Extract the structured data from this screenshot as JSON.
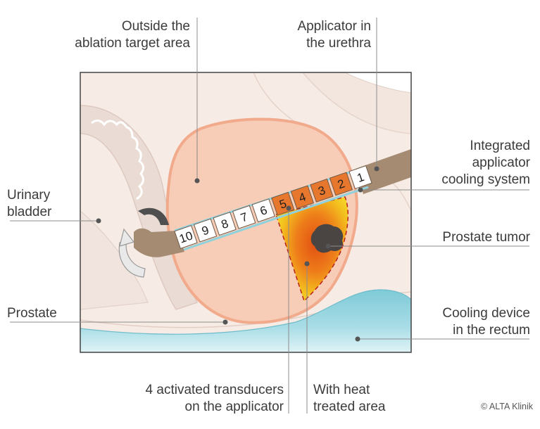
{
  "labels": {
    "outside_target": [
      "Outside the",
      "ablation target area"
    ],
    "applicator_urethra": [
      "Applicator in",
      "the urethra"
    ],
    "integrated_cooling": [
      "Integrated",
      "applicator",
      "cooling system"
    ],
    "urinary_bladder": [
      "Urinary",
      "bladder"
    ],
    "prostate_tumor": "Prostate tumor",
    "prostate": "Prostate",
    "cooling_device": [
      "Cooling device",
      "in the rectum"
    ],
    "activated_transducers": [
      "4 activated transducers",
      "on the applicator"
    ],
    "heat_treated": [
      "With heat",
      "treated area"
    ]
  },
  "transducers": [
    {
      "label": "1",
      "active": false
    },
    {
      "label": "2",
      "active": true
    },
    {
      "label": "3",
      "active": true
    },
    {
      "label": "4",
      "active": true
    },
    {
      "label": "5",
      "active": true
    },
    {
      "label": "6",
      "active": false
    },
    {
      "label": "7",
      "active": false
    },
    {
      "label": "8",
      "active": false
    },
    {
      "label": "9",
      "active": false
    },
    {
      "label": "10",
      "active": false
    }
  ],
  "copyright": "© ALTA Klinik",
  "colors": {
    "prostate_fill": "#f7cdb7",
    "prostate_outline": "#f2aa8c",
    "applicator": "#a48b72",
    "active_transducer": "#e8772e",
    "cooling_device": "#8fcfda",
    "heat_zone_core": "#e24f12",
    "heat_zone_edge": "#f3d21c",
    "tumor": "#4a4442"
  }
}
